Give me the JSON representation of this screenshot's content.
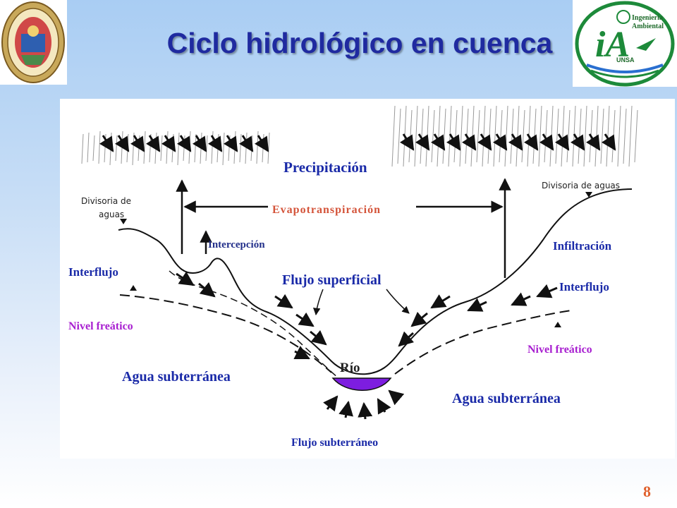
{
  "title": "Ciclo hidrológico en cuenca",
  "page_number": "8",
  "logos": {
    "left": {
      "icon": "university-seal-icon"
    },
    "right": {
      "line1": "Ingeniería",
      "line2": "Ambiental",
      "mark": "UNSA",
      "letters": "iA"
    }
  },
  "labels": {
    "precipitacion": "Precipitación",
    "evapotranspiracion": "Evapotranspiración",
    "intercepcion": "Intercepción",
    "infiltracion": "Infiltración",
    "interflujo_left": "Interflujo",
    "interflujo_right": "Interflujo",
    "flujo_superficial": "Flujo superficial",
    "nivel_freatico_left": "Nivel freático",
    "nivel_freatico_right": "Nivel freático",
    "agua_subterranea_left": "Agua subterránea",
    "agua_subterranea_right": "Agua subterránea",
    "rio": "Río",
    "flujo_subterraneo": "Flujo subterráneo",
    "divisoria_left_line1": "Divisoria de",
    "divisoria_left_line2": "aguas",
    "divisoria_right": "Divisoria de aguas"
  }
}
